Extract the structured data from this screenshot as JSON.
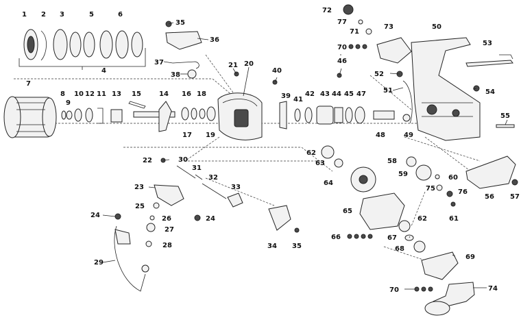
{
  "labels": {
    "l1": "1",
    "l2": "2",
    "l3": "3",
    "l4": "4",
    "l5": "5",
    "l6": "6",
    "l7": "7",
    "l8": "8",
    "l9": "9",
    "l10": "10",
    "l11": "11",
    "l12": "12",
    "l13": "13",
    "l14": "14",
    "l15": "15",
    "l16": "16",
    "l17": "17",
    "l18": "18",
    "l19": "19",
    "l20": "20",
    "l21": "21",
    "l22": "22",
    "l23": "23",
    "l24a": "24",
    "l24b": "24",
    "l25": "25",
    "l26": "26",
    "l27": "27",
    "l28": "28",
    "l29": "29",
    "l30": "30",
    "l31": "31",
    "l32": "32",
    "l33": "33",
    "l34": "34",
    "l35a": "35",
    "l35b": "35",
    "l36": "36",
    "l37": "37",
    "l38": "38",
    "l39": "39",
    "l40": "40",
    "l41": "41",
    "l42": "42",
    "l43": "43",
    "l44": "44",
    "l45": "45",
    "l46": "46",
    "l47": "47",
    "l48": "48",
    "l49": "49",
    "l50": "50",
    "l51": "51",
    "l52": "52",
    "l53": "53",
    "l54": "54",
    "l55": "55",
    "l56": "56",
    "l57": "57",
    "l58": "58",
    "l59": "59",
    "l60": "60",
    "l61": "61",
    "l62a": "62",
    "l62b": "62",
    "l63": "63",
    "l64": "64",
    "l65": "65",
    "l66": "66",
    "l67": "67",
    "l68": "68",
    "l69": "69",
    "l70a": "70",
    "l70b": "70",
    "l71": "71",
    "l72": "72",
    "l73": "73",
    "l74": "74",
    "l75": "75",
    "l76": "76",
    "l77": "77"
  },
  "colors": {
    "ink": "#222222",
    "fill": "#f2f2f2",
    "dark": "#4a4a4a"
  }
}
